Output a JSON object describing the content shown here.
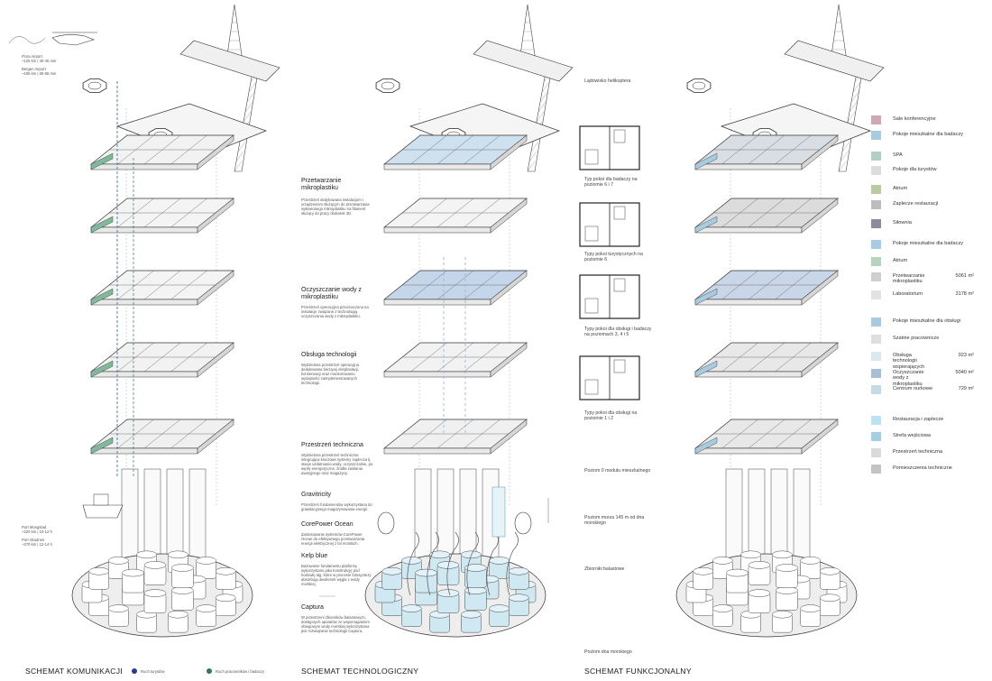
{
  "left": {
    "routes": [
      {
        "name": "Flora Airport",
        "detail": "~125 km | 40-45 min"
      },
      {
        "name": "Bergen Airport",
        "detail": "~195 km | 60-65 min"
      },
      {
        "name": "Port Mongstad",
        "detail": "~220 km | 10-12 h"
      },
      {
        "name": "Port Skudnes",
        "detail": "~270 km | 12-14 h"
      }
    ],
    "title": "SCHEMAT KOMUNIKACJI",
    "legend": [
      {
        "label": "Ruch turystów",
        "color": "#2a3a8c"
      },
      {
        "label": "Ruch pracowników i badaczy",
        "color": "#2f7a4f"
      }
    ]
  },
  "middle": {
    "annotations": [
      {
        "heading": "Przetwarzanie mikroplastiku",
        "text": "Przestrzeń dedykowana instalacjom i urządzeniom służącym do przetwarzania wyłowionego mikroplastiku na filament służący do pracy drukarek 3D."
      },
      {
        "heading": "Oczyszczanie wody z mikroplastiku",
        "text": "Przestrzeń operacyjna przeznaczona na instalacje związane z technologią oczyszczania wody z mikroplastiku."
      },
      {
        "heading": "Obsługa technologii",
        "text": "Wydzielona przestrzeń operacyjna dedykowana bieżącej eksploatacji, konserwacji oraz monitorowaniu wydajności zaimplementowanych technologii."
      },
      {
        "heading": "Przestrzeń techniczna",
        "text": "Wydzielona przestrzeń techniczna integrująca kluczowe systemy zaplecza tj. stacje uzdatniania wody, oczyszczalnie, po węzły energetyczne, źródła zasilania awaryjnego oraz magazyny."
      },
      {
        "heading": "Gravitricity",
        "text": "Przestrzeń fundamentów wykorzystana do grawitacyjnego magazynowania energii."
      },
      {
        "heading": "CorePower Ocean",
        "text": "Zastosowanie systemów CorePower Ocean do efektywnego przetwarzania energii elektrycznej z fal morskich."
      },
      {
        "heading": "Kelp blue",
        "text": "Bazowanie fundamentu platformy wykorzystano jako konstrukcję pod hodowlę alg, które w procesie fotosyntezy absorbują dwutlenek węgla z wody morskiej."
      },
      {
        "heading": "Captura",
        "text": "W przestrzeni zbiorników balastowych, dostępnych aparatów ze wspomaganiem obiegowym wody morskiej wykorzystana jest rozwiązanie technologii Captura."
      }
    ],
    "title": "SCHEMAT TECHNOLOGICZNY"
  },
  "rooms": [
    {
      "caption": "Typ pokoi dla badaczy na poziomie 6 i 7"
    },
    {
      "caption": "Typy pokoi turystycznych na poziomie 6"
    },
    {
      "caption": "Typy pokoi dla obsługi i badaczy na poziomach 3, 4 i 5"
    },
    {
      "caption": "Typy pokoi dla obsługi na poziomie 1 i 2"
    }
  ],
  "levels": [
    {
      "label": "Lądowisko helikoptera"
    },
    {
      "label": "Poziom 0 modułu mieszkalnego"
    },
    {
      "label": "Poziom morza 145 m od dna morskiego"
    },
    {
      "label": "Zbiorniki balastowe"
    },
    {
      "label": "Poziom dna morskiego"
    }
  ],
  "right": {
    "title": "SCHEMAT FUNKCJONALNY",
    "legend": [
      {
        "label": "Sale konferencyjne",
        "color": "#cfa9b2",
        "value": ""
      },
      {
        "label": "Pokoje mieszkalne dla badaczy",
        "color": "#a9cbe0",
        "value": ""
      },
      {
        "label": "SPA",
        "color": "#b3cfc4",
        "value": ""
      },
      {
        "label": "Pokoje dla turystów",
        "color": "#dcdcdc",
        "value": ""
      },
      {
        "label": "Atrium",
        "color": "#bccaa4",
        "value": ""
      },
      {
        "label": "Zaplecze restauracji",
        "color": "#bdbdbd",
        "value": ""
      },
      {
        "label": "Siłownia",
        "color": "#8d8c9e",
        "value": ""
      },
      {
        "label": "Pokoje mieszkalne dla badaczy",
        "color": "#a9cbe0",
        "value": ""
      },
      {
        "label": "Atrium",
        "color": "#b7d2bd",
        "value": ""
      },
      {
        "label": "Przetwarzanie mikroplastiku",
        "color": "#cfcfcf",
        "value": "5061 m²"
      },
      {
        "label": "Laboratorium",
        "color": "#e2e2e2",
        "value": "3178 m²"
      },
      {
        "label": "Pokoje mieszkalne dla obsługi",
        "color": "#a9cbe0",
        "value": ""
      },
      {
        "label": "Szatnie pracownicze",
        "color": "#dedede",
        "value": ""
      },
      {
        "label": "Obsługa technologii wspierających",
        "color": "#dbe9ee",
        "value": "923 m²"
      },
      {
        "label": "Oczyszczanie wody z mikroplastiku",
        "color": "#a9c0d4",
        "value": "5040 m²"
      },
      {
        "label": "Centrum nurkowe",
        "color": "#c5dbe3",
        "value": "729 m²"
      },
      {
        "label": "Restauracja i zaplecze",
        "color": "#bfe2f3",
        "value": ""
      },
      {
        "label": "Strefa wejściowa",
        "color": "#a4cfe3",
        "value": ""
      },
      {
        "label": "Przestrzeń techniczna",
        "color": "#dadada",
        "value": ""
      },
      {
        "label": "Pomieszczenia techniczne",
        "color": "#c4c4c4",
        "value": ""
      }
    ]
  }
}
